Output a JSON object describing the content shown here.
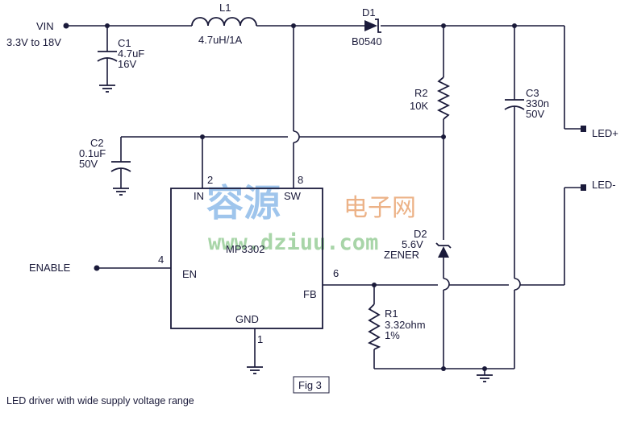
{
  "labels": {
    "vin": "VIN",
    "vin_range": "3.3V to 18V",
    "c1_name": "C1",
    "c1_value": "4.7uF",
    "c1_voltage": "16V",
    "l1_name": "L1",
    "l1_value": "4.7uH/1A",
    "d1_name": "D1",
    "d1_part": "B0540",
    "r2_name": "R2",
    "r2_value": "10K",
    "c3_name": "C3",
    "c3_value": "330n",
    "c3_voltage": "50V",
    "led_plus": "LED+",
    "led_minus": "LED-",
    "c2_name": "C2",
    "c2_value": "0.1uF",
    "c2_voltage": "50V",
    "enable": "ENABLE",
    "d2_name": "D2",
    "d2_value": "5.6V",
    "d2_type": "ZENER",
    "r1_name": "R1",
    "r1_value": "3.32ohm",
    "r1_tol": "1%"
  },
  "ic": {
    "part": "MP3302",
    "pins": {
      "in": {
        "label": "IN",
        "number": "2"
      },
      "sw": {
        "label": "SW",
        "number": "8"
      },
      "en": {
        "label": "EN",
        "number": "4"
      },
      "fb": {
        "label": "FB",
        "number": "6"
      },
      "gnd": {
        "label": "GND",
        "number": "1"
      }
    }
  },
  "watermark": {
    "cn_big": "容源",
    "cn_small": "电子网",
    "url": "www.dziuu.com"
  },
  "figure_label": "Fig 3",
  "caption": "LED driver with wide supply voltage range"
}
